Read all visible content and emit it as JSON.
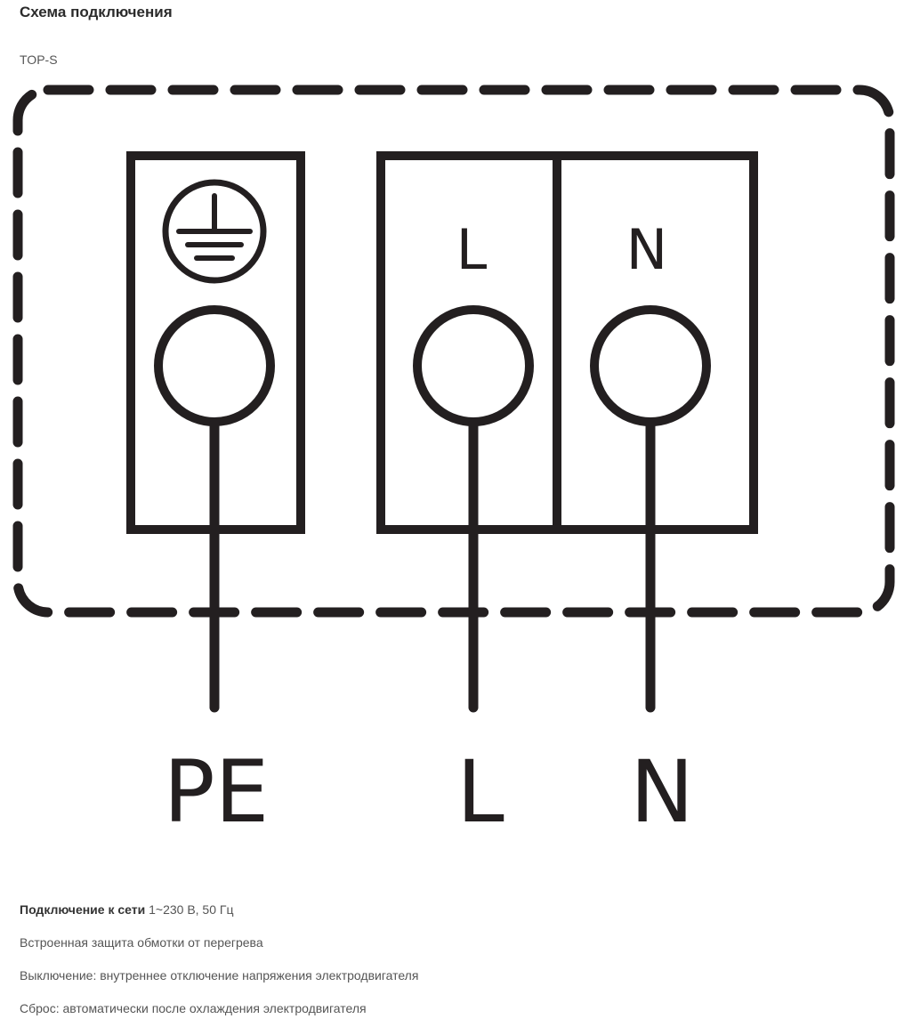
{
  "header": {
    "title": "Схема подключения",
    "model": "TOP-S"
  },
  "diagram": {
    "terminal_labels": [
      "L",
      "N"
    ],
    "output_labels": [
      "PE",
      "L",
      "N"
    ],
    "ground_symbol": "ground-icon"
  },
  "specs": {
    "connection_label": "Подключение к сети",
    "connection_value": "1~230 В, 50 Гц",
    "line2": "Встроенная защита обмотки от перегрева",
    "line3": "Выключение: внутреннее отключение напряжения электродвигателя",
    "line4": "Сброс: автоматически после охлаждения электродвигателя"
  }
}
